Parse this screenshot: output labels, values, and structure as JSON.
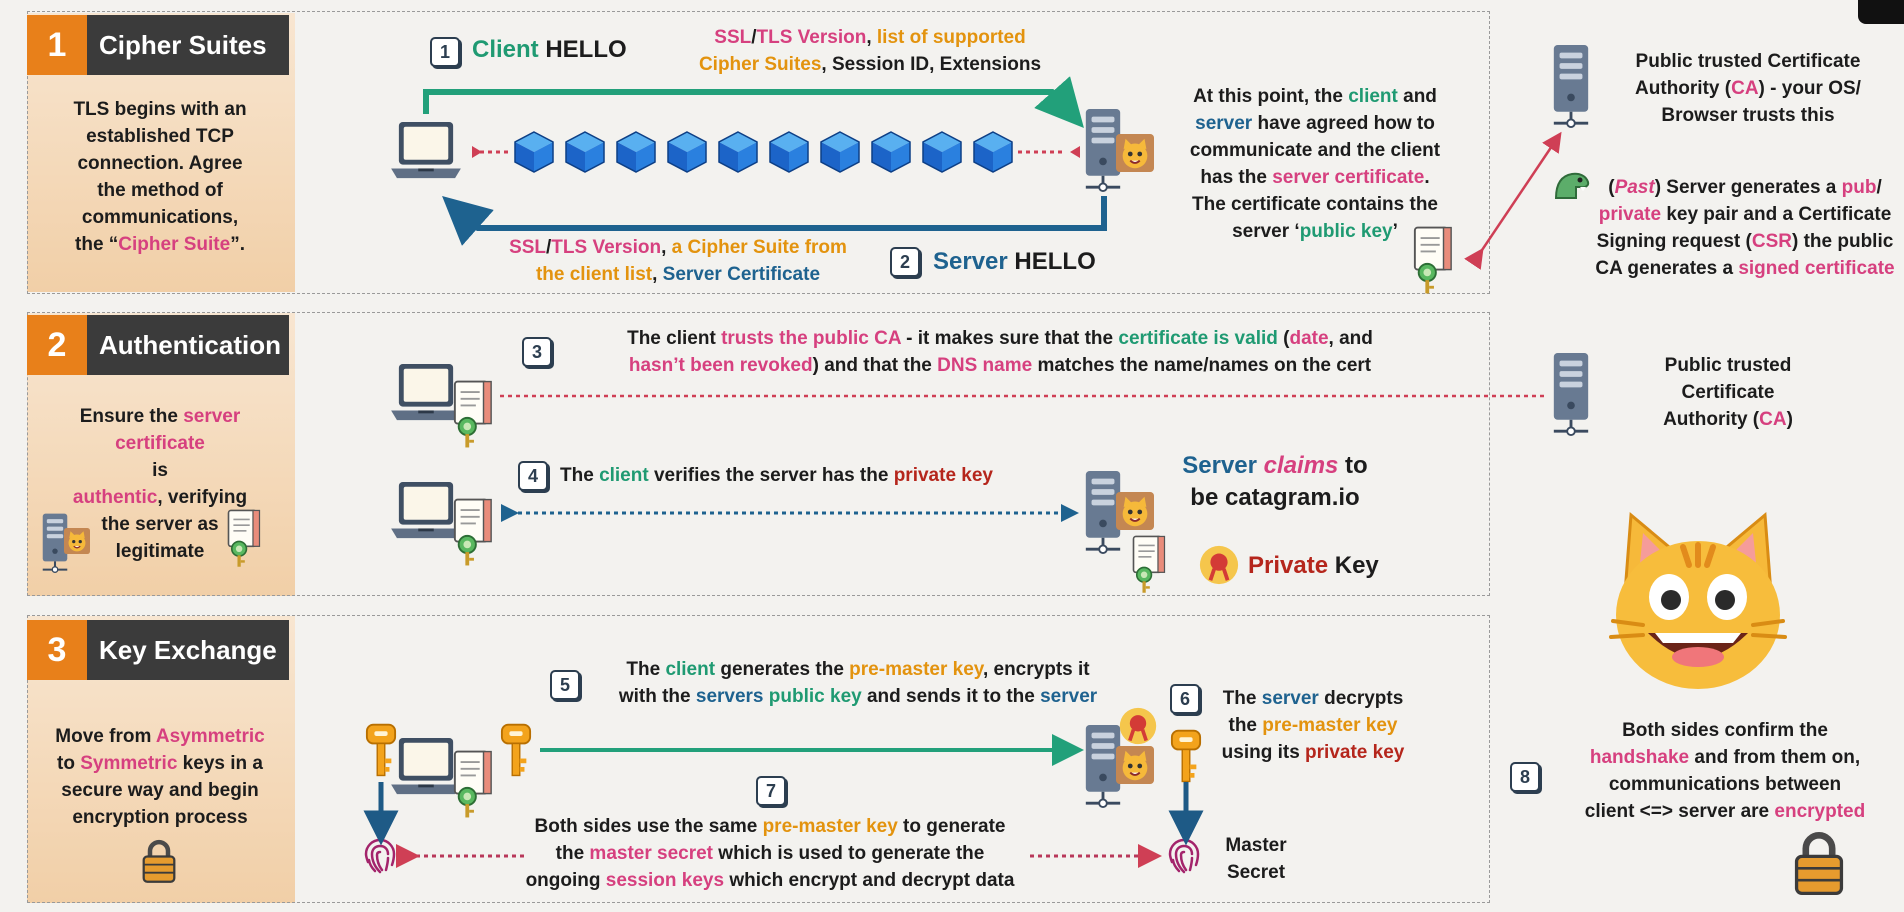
{
  "sections": [
    {
      "number": "1",
      "title": "Cipher Suites"
    },
    {
      "number": "2",
      "title": "Authentication"
    },
    {
      "number": "3",
      "title": "Key Exchange"
    }
  ],
  "side_text": {
    "s1": [
      "TLS begins with an",
      "established TCP",
      "connection. Agree",
      "the method of",
      "communications,",
      "the “",
      "Cipher Suite",
      "”."
    ],
    "s2": [
      "Ensure the ",
      "server certificate",
      " is",
      "authentic",
      ", verifying",
      "the server as",
      "legitimate"
    ],
    "s3": [
      "Move from ",
      "Asymmetric",
      "to ",
      "Symmetric",
      " keys in a",
      "secure way and begin",
      "encryption process"
    ]
  },
  "steps": [
    "1",
    "2",
    "3",
    "4",
    "5",
    "6",
    "7",
    "8"
  ],
  "s1": {
    "client_word": "Client",
    "hello": "HELLO",
    "top_l1": [
      "SSL",
      "/",
      "TLS Version",
      ", ",
      "list of supported"
    ],
    "top_l2": [
      "Cipher Suites",
      ", Session ID, Extensions"
    ],
    "bot_l1": [
      "SSL",
      "/",
      "TLS Version",
      ", ",
      "a Cipher Suite from"
    ],
    "bot_l2": [
      "the client list",
      ", ",
      "Server Certificate"
    ],
    "server_word": "Server",
    "server_hello": "HELLO",
    "right": {
      "l1": [
        "At this point, the ",
        "client",
        " and"
      ],
      "l2": [
        "server",
        " have agreed how to"
      ],
      "l3": "communicate and the client",
      "l4": [
        "has the ",
        "server certificate",
        "."
      ],
      "l5": "The certificate contains the",
      "l6": [
        "server ‘",
        "public key",
        "’"
      ]
    }
  },
  "ca_top": [
    "Public trusted Certificate",
    "Authority (",
    "CA",
    ") - your OS/",
    "Browser trusts this"
  ],
  "past": {
    "l1": [
      "(",
      "Past",
      ") Server generates a ",
      "pub",
      "/"
    ],
    "l2": [
      "private",
      " key pair and a Certificate"
    ],
    "l3": [
      "Signing request (",
      "CSR",
      ") the public"
    ],
    "l4": [
      "CA generates a ",
      "signed certificate"
    ]
  },
  "s2": {
    "step3_l1": [
      "The client ",
      "trusts the public CA",
      " - it makes sure that the ",
      "certificate is valid",
      " (",
      "date",
      ", and"
    ],
    "step3_l2": [
      "hasn’t been revoked",
      ") and that the ",
      "DNS name",
      " matches the name/names on the cert"
    ],
    "step4": [
      "The ",
      "client",
      " verifies the server has the ",
      "private key"
    ],
    "claims_l1": [
      "Server ",
      "claims",
      " to"
    ],
    "claims_l2": "be catagram.io",
    "private_key": [
      "Private",
      " Key"
    ],
    "ca": [
      "Public trusted",
      "Certificate",
      "Authority (",
      "CA",
      ")"
    ]
  },
  "s3": {
    "step5_l1": [
      "The ",
      "client",
      " generates the ",
      "pre-master key",
      ", encrypts it"
    ],
    "step5_l2": [
      "with the ",
      "servers",
      " ",
      "public key",
      " and sends it to the ",
      "server"
    ],
    "step6_l1": [
      "The ",
      "server",
      " decrypts"
    ],
    "step6_l2": [
      "the ",
      "pre-master key"
    ],
    "step6_l3": [
      "using its ",
      "private key"
    ],
    "step7_l1": [
      "Both sides use the same ",
      "pre-master key",
      " to generate"
    ],
    "step7_l2": [
      "the ",
      "master secret",
      " which is used to generate the"
    ],
    "step7_l3": [
      "ongoing ",
      "session keys",
      " which encrypt and decrypt data"
    ],
    "master_secret": [
      "Master",
      "Secret"
    ],
    "step8_l1": "Both sides confirm the",
    "step8_l2": [
      "handshake",
      " and from them on,"
    ],
    "step8_l3": "communications between",
    "step8_l4": [
      "client <=> server are ",
      "encrypted"
    ]
  },
  "colors": {
    "pink": "#d6407f",
    "orange": "#e3930e",
    "green": "#1f9a72",
    "blue": "#1e628f",
    "red": "#b5261c",
    "section_orange": "#e8801a",
    "section_dark": "#3b3b3b"
  },
  "icons": [
    "laptop-icon",
    "server-icon",
    "certificate-icon",
    "cube-icon",
    "key-icon",
    "fingerprint-icon",
    "padlock-icon",
    "cat-emoji-icon",
    "dinosaur-icon",
    "wax-seal-icon"
  ]
}
